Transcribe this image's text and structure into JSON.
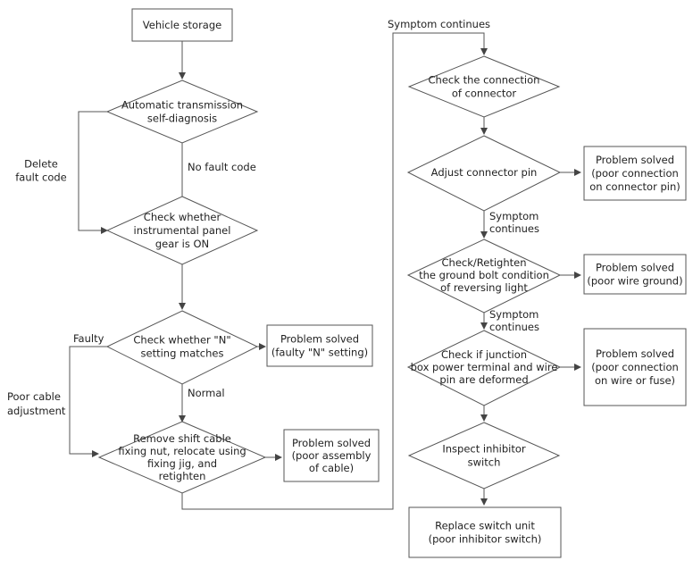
{
  "nodes": {
    "vehicle_storage": [
      "Vehicle storage"
    ],
    "auto_trans_diag": [
      "Automatic transmission",
      "self-diagnosis"
    ],
    "check_gear_on": [
      "Check whether",
      "instrumental panel",
      "gear is ON"
    ],
    "check_n_setting": [
      "Check whether \"N\"",
      "setting matches"
    ],
    "solved_n_setting": [
      "Problem solved",
      "(faulty \"N\" setting)"
    ],
    "remove_shift_cable": [
      "Remove shift cable",
      "fixing nut, relocate using",
      "fixing jig, and",
      "retighten"
    ],
    "solved_cable": [
      "Problem solved",
      "(poor assembly",
      "of cable)"
    ],
    "check_connection": [
      "Check the connection",
      "of connector"
    ],
    "adjust_pin": [
      "Adjust connector pin"
    ],
    "solved_pin": [
      "Problem solved",
      "(poor connection",
      "on connector pin)"
    ],
    "check_ground_bolt": [
      "Check/Retighten",
      "the ground bolt condition",
      "of reversing light"
    ],
    "solved_ground": [
      "Problem solved",
      "(poor wire ground)"
    ],
    "check_junction": [
      "Check if junction",
      "box power terminal and wire",
      "pin are deformed"
    ],
    "solved_fuse": [
      "Problem solved",
      "(poor connection",
      "on wire or fuse)"
    ],
    "inspect_inhibitor": [
      "Inspect inhibitor",
      "switch"
    ],
    "replace_switch": [
      "Replace switch unit",
      "(poor inhibitor switch)"
    ]
  },
  "labels": {
    "no_fault_code": [
      "No fault code"
    ],
    "delete_fault_code": [
      "Delete",
      "fault code"
    ],
    "faulty": [
      "Faulty"
    ],
    "normal": [
      "Normal"
    ],
    "poor_cable_adjustment": [
      "Poor cable",
      "adjustment"
    ],
    "symptom_continues_top": [
      "Symptom continues"
    ],
    "symptom_continues_1": [
      "Symptom",
      "continues"
    ],
    "symptom_continues_2": [
      "Symptom",
      "continues"
    ]
  }
}
